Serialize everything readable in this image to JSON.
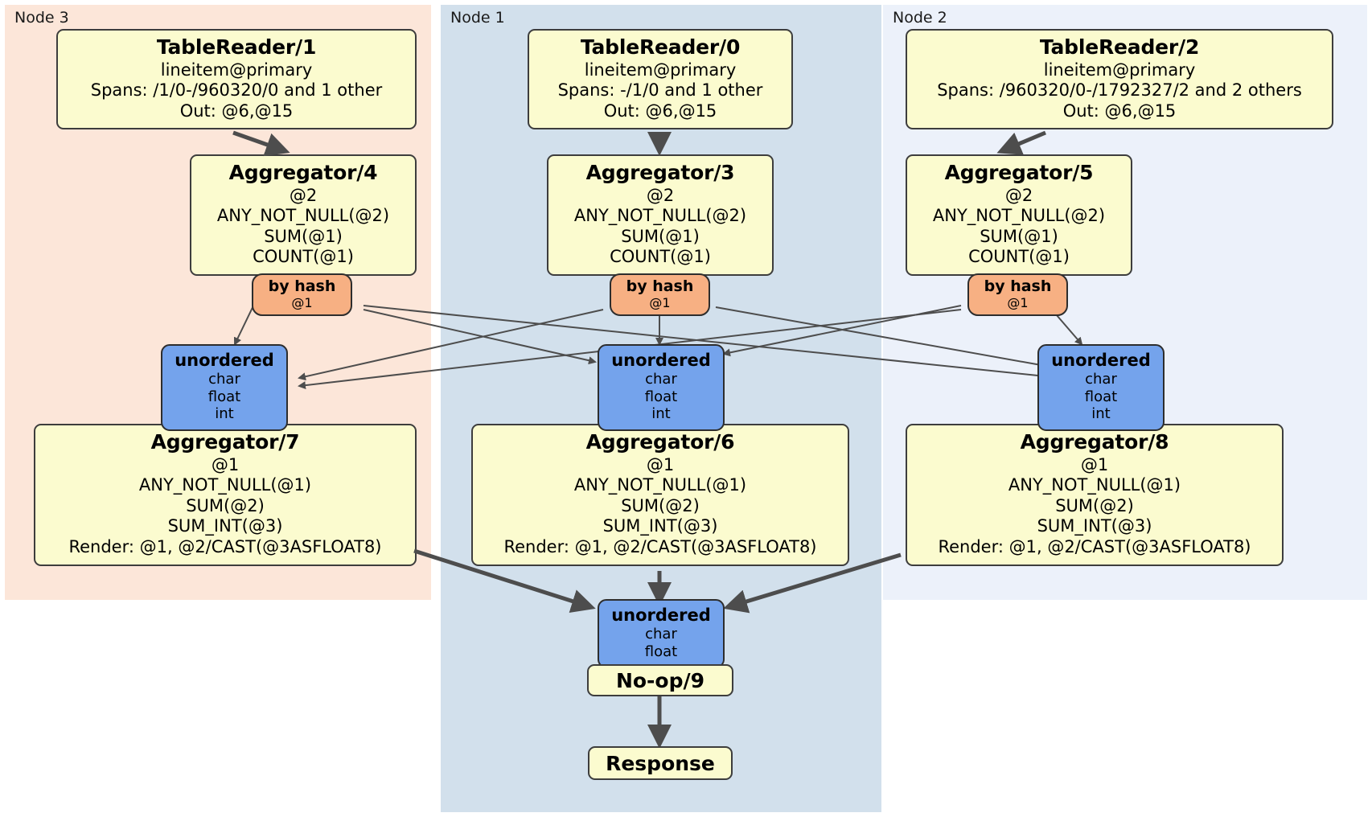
{
  "diagram": {
    "kind": "distributed-query-execution-plan",
    "clusters": [
      {
        "id": "node3",
        "label": "Node 3",
        "color": "#fce6d9"
      },
      {
        "id": "node1",
        "label": "Node 1",
        "color": "#d2e0ec"
      },
      {
        "id": "node2",
        "label": "Node 2",
        "color": "#ecf1fa"
      }
    ]
  },
  "node3": {
    "label": "Node 3",
    "table_reader": {
      "title": "TableReader/1",
      "line1": "lineitem@primary",
      "line2": "Spans: /1/0-/960320/0 and 1 other",
      "line3": "Out: @6,@15"
    },
    "aggregator_local": {
      "title": "Aggregator/4",
      "line1": "@2",
      "line2": "ANY_NOT_NULL(@2)",
      "line3": "SUM(@1)",
      "line4": "COUNT(@1)"
    },
    "router": {
      "title": "by hash",
      "line1": "@1"
    },
    "sync": {
      "title": "unordered",
      "line1": "char",
      "line2": "float",
      "line3": "int"
    },
    "aggregator_final": {
      "title": "Aggregator/7",
      "line1": "@1",
      "line2": "ANY_NOT_NULL(@1)",
      "line3": "SUM(@2)",
      "line4": "SUM_INT(@3)",
      "line5": "Render: @1, @2/CAST(@3ASFLOAT8)"
    }
  },
  "node1": {
    "label": "Node 1",
    "table_reader": {
      "title": "TableReader/0",
      "line1": "lineitem@primary",
      "line2": "Spans: -/1/0 and 1 other",
      "line3": "Out: @6,@15"
    },
    "aggregator_local": {
      "title": "Aggregator/3",
      "line1": "@2",
      "line2": "ANY_NOT_NULL(@2)",
      "line3": "SUM(@1)",
      "line4": "COUNT(@1)"
    },
    "router": {
      "title": "by hash",
      "line1": "@1"
    },
    "sync": {
      "title": "unordered",
      "line1": "char",
      "line2": "float",
      "line3": "int"
    },
    "aggregator_final": {
      "title": "Aggregator/6",
      "line1": "@1",
      "line2": "ANY_NOT_NULL(@1)",
      "line3": "SUM(@2)",
      "line4": "SUM_INT(@3)",
      "line5": "Render: @1, @2/CAST(@3ASFLOAT8)"
    },
    "final_sync": {
      "title": "unordered",
      "line1": "char",
      "line2": "float"
    },
    "noop": {
      "title": "No-op/9"
    },
    "response": {
      "title": "Response"
    }
  },
  "node2": {
    "label": "Node 2",
    "table_reader": {
      "title": "TableReader/2",
      "line1": "lineitem@primary",
      "line2": "Spans: /960320/0-/1792327/2 and 2 others",
      "line3": "Out: @6,@15"
    },
    "aggregator_local": {
      "title": "Aggregator/5",
      "line1": "@2",
      "line2": "ANY_NOT_NULL(@2)",
      "line3": "SUM(@1)",
      "line4": "COUNT(@1)"
    },
    "router": {
      "title": "by hash",
      "line1": "@1"
    },
    "sync": {
      "title": "unordered",
      "line1": "char",
      "line2": "float",
      "line3": "int"
    },
    "aggregator_final": {
      "title": "Aggregator/8",
      "line1": "@1",
      "line2": "ANY_NOT_NULL(@1)",
      "line3": "SUM(@2)",
      "line4": "SUM_INT(@3)",
      "line5": "Render: @1, @2/CAST(@3ASFLOAT8)"
    }
  },
  "colors": {
    "processor_fill": "#fbfbcf",
    "router_fill": "#f7b083",
    "sync_fill": "#74a3ec",
    "edge": "#4d4d4d",
    "border": "#3d3d3d"
  }
}
